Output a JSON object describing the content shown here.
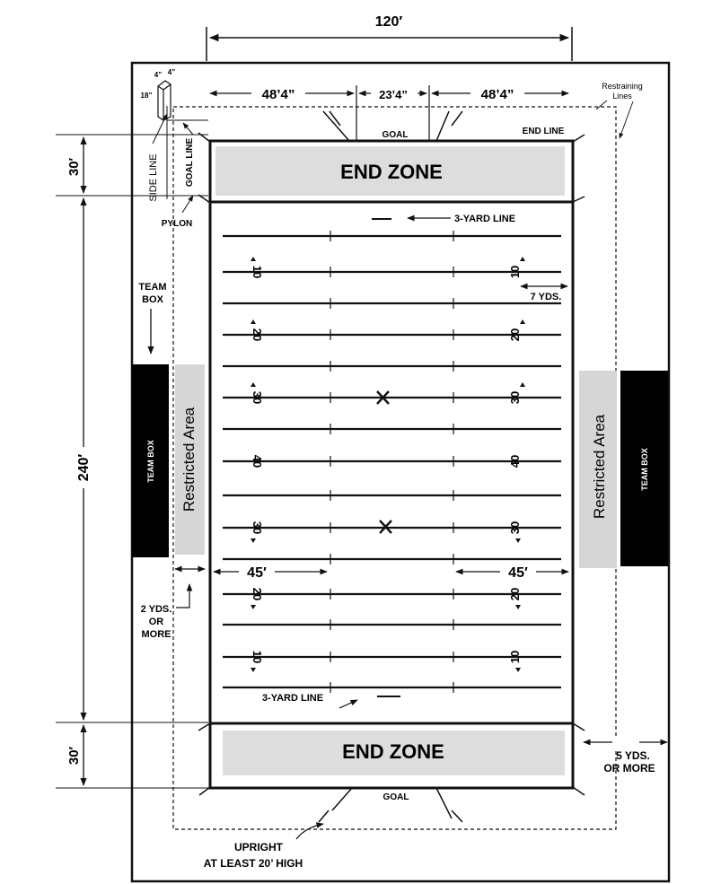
{
  "dimensions": {
    "width_total": "120′",
    "left_sideline_to_goal": "48’4”",
    "goal_width": "23’4”",
    "right_goal_to_sideline": "48’4”",
    "field_length": "240′",
    "end_zone_top_depth": "30′",
    "end_zone_bottom_depth": "30′",
    "hash_left": "45′",
    "hash_right": "45′",
    "pylon_w": "4”",
    "pylon_d": "4”",
    "pylon_h": "18”"
  },
  "labels": {
    "goal_top": "GOAL",
    "goal_bottom": "GOAL",
    "end_line": "END LINE",
    "restraining_line_1": "Restraining",
    "restraining_line_2": "Lines",
    "end_zone_top": "END ZONE",
    "end_zone_bottom": "END ZONE",
    "side_line": "SIDE LINE",
    "goal_line": "GOAL LINE",
    "pylon": "PYLON",
    "three_yard_top": "3-YARD LINE",
    "three_yard_bottom": "3-YARD LINE",
    "team_box_label_1": "TEAM",
    "team_box_label_2": "BOX",
    "seven_yds": "7 YDS.",
    "team_box_left": "TEAM BOX",
    "team_box_right": "TEAM BOX",
    "restricted_left": "Restricted  Area",
    "restricted_right": "Restricted  Area",
    "two_yds_1": "2 YDS.",
    "two_yds_2": "OR",
    "two_yds_3": "MORE",
    "five_yds_1": "5 YDS.",
    "five_yds_2": "OR MORE",
    "upright_1": "UPRIGHT",
    "upright_2": "AT LEAST 20’ HIGH"
  },
  "yard_numbers": [
    {
      "left": "10",
      "right": "10"
    },
    {
      "left": "20",
      "right": "20"
    },
    {
      "left": "30",
      "right": "30"
    },
    {
      "left": "40",
      "right": "40"
    },
    {
      "left": "30",
      "right": "30"
    },
    {
      "left": "20",
      "right": "20"
    },
    {
      "left": "10",
      "right": "10"
    }
  ],
  "colors": {
    "line": "#111111",
    "end_zone_fill": "#dddddd",
    "restricted_fill": "#d6d6d6",
    "team_box_fill": "#000000"
  }
}
